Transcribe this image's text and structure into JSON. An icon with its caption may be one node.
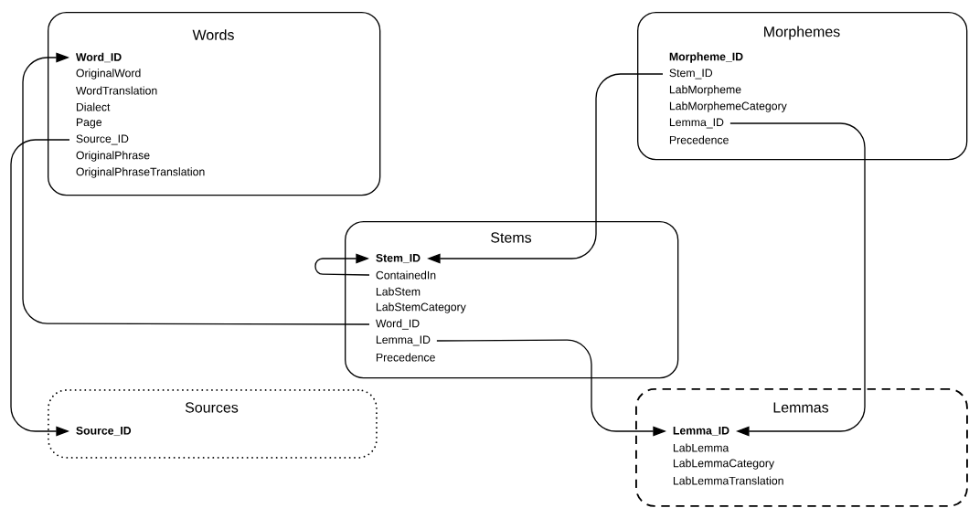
{
  "diagram": {
    "nodes": [
      {
        "text": [
          "Words"
        ]
      },
      {
        "text": [
          "Word_ID"
        ],
        "in": 0
      },
      {
        "text": [
          "OriginalWord"
        ],
        "in": 0
      },
      {
        "text": [
          "WordTranslation"
        ],
        "in": 0
      },
      {
        "text": [
          "Dialect"
        ],
        "in": 0
      },
      {
        "text": [
          "Page"
        ],
        "in": 0
      },
      {
        "text": [
          "Source_ID"
        ],
        "in": 0
      },
      {
        "text": [
          "OriginalPhrase"
        ],
        "in": 0
      },
      {
        "text": [
          "OriginalPhraseTranslation"
        ],
        "in": 0
      },
      {
        "text": [
          "Morphemes"
        ]
      },
      {
        "text": [
          "Morpheme_ID"
        ],
        "in": 9
      },
      {
        "text": [
          "Stem_ID"
        ],
        "in": 9
      },
      {
        "text": [
          "LabMorpheme"
        ],
        "in": 9
      },
      {
        "text": [
          "LabMorphemeCategory"
        ],
        "in": 9
      },
      {
        "text": [
          "Lemma_ID"
        ],
        "in": 9
      },
      {
        "text": [
          "Precedence"
        ],
        "in": 9
      },
      {
        "text": [
          "Stems"
        ]
      },
      {
        "text": [
          "Stem_ID"
        ],
        "in": 16
      },
      {
        "text": [
          "ContainedIn"
        ],
        "in": 16
      },
      {
        "text": [
          "LabStem"
        ],
        "in": 16
      },
      {
        "text": [
          "LabStemCategory"
        ],
        "in": 16
      },
      {
        "text": [
          "Word_ID"
        ],
        "in": 16
      },
      {
        "text": [
          "Lemma_ID"
        ],
        "in": 16
      },
      {
        "text": [
          "Precedence"
        ],
        "in": 16
      },
      {
        "text": [
          "Sources"
        ]
      },
      {
        "text": [
          "Source_ID"
        ],
        "in": 24
      },
      {
        "text": [
          "Lemmas"
        ]
      },
      {
        "text": [
          "Lemma_ID"
        ],
        "in": 26
      },
      {
        "text": [
          "LabLemma"
        ],
        "in": 26
      },
      {
        "text": [
          "LabLemmaCategory"
        ],
        "in": 26
      },
      {
        "text": [
          "LabLemmaTranslation"
        ],
        "in": 26
      }
    ],
    "edges": [
      {
        "from": 6,
        "to": 25,
        "arrow": "to"
      },
      {
        "from": 21,
        "to": 1,
        "arrow": "to"
      },
      {
        "from": 11,
        "to": 17,
        "arrow": "to"
      },
      {
        "from": 18,
        "to": 17,
        "arrow": "to"
      },
      {
        "from": 22,
        "to": 27,
        "arrow": "to"
      },
      {
        "from": 14,
        "to": 27,
        "arrow": "to"
      }
    ]
  }
}
